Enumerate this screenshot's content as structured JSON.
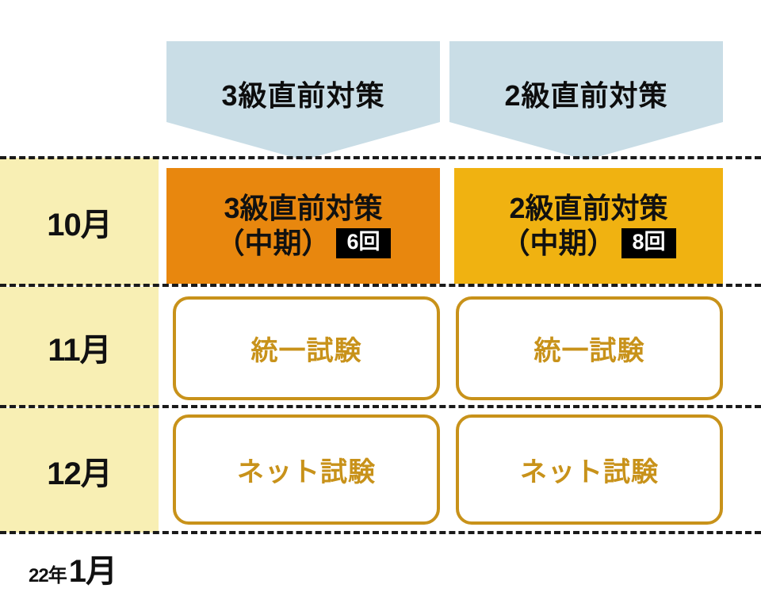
{
  "colors": {
    "banner_bg": "#C9DDE6",
    "month_col_bg": "#F8EFB4",
    "grade3_cell_bg": "#E8870E",
    "grade2_cell_bg": "#F0B211",
    "exam_border": "#C8921A",
    "exam_text": "#C8921A",
    "badge_bg": "#000000",
    "badge_text": "#FFFFFF",
    "dash_line": "#1A1A1A"
  },
  "banners": [
    {
      "id": "grade3",
      "label": "3級直前対策"
    },
    {
      "id": "grade2",
      "label": "2級直前対策"
    }
  ],
  "months": [
    {
      "id": "oct",
      "label": "10月"
    },
    {
      "id": "nov",
      "label": "11月"
    },
    {
      "id": "dec",
      "label": "12月"
    }
  ],
  "footer": {
    "year": "22年",
    "month": "1月"
  },
  "columns": [
    {
      "id": "grade3",
      "rows": {
        "october": {
          "type": "course",
          "title": "3級直前対策",
          "term": "（中期）",
          "count_badge": "6回"
        },
        "november": {
          "type": "exam",
          "label": "統一試験"
        },
        "december": {
          "type": "exam",
          "label": "ネット試験"
        }
      }
    },
    {
      "id": "grade2",
      "rows": {
        "october": {
          "type": "course",
          "title": "2級直前対策",
          "term": "（中期）",
          "count_badge": "8回"
        },
        "november": {
          "type": "exam",
          "label": "統一試験"
        },
        "december": {
          "type": "exam",
          "label": "ネット試験"
        }
      }
    }
  ]
}
